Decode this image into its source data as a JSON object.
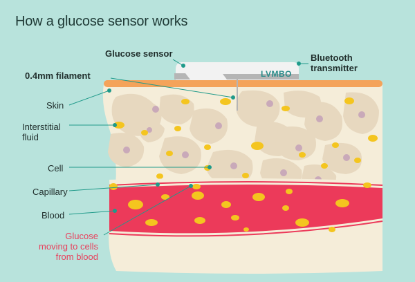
{
  "title": "How a glucose sensor works",
  "device_brand": "LVMBO",
  "labels": {
    "glucose_sensor": "Glucose sensor",
    "bluetooth_line1": "Bluetooth",
    "bluetooth_line2": "transmitter",
    "filament": "0.4mm filament",
    "skin": "Skin",
    "interstitial_line1": "Interstitial",
    "interstitial_line2": "fluid",
    "cell": "Cell",
    "capillary": "Capillary",
    "blood": "Blood",
    "glucose_line1": "Glucose",
    "glucose_line2": "moving to cells",
    "glucose_line3": "from blood"
  },
  "colors": {
    "background": "#b8e3dc",
    "tissue": "#f5edd9",
    "cell": "#e7d8bf",
    "nucleus": "#c9a9b9",
    "glucose": "#f4c51f",
    "blood": "#ec3a5a",
    "skin": "#f4a35a",
    "leader_dot": "#1f9a8a",
    "glucose_label": "#e8405c"
  }
}
